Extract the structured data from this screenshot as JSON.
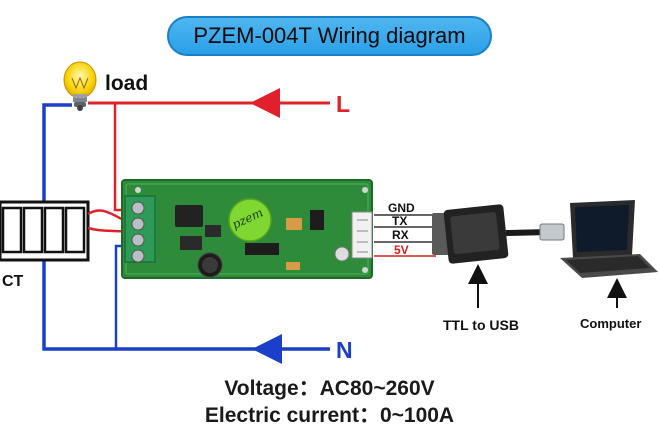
{
  "title": "PZEM-004T Wiring diagram",
  "labels": {
    "load": "load",
    "line": "L",
    "neutral": "N",
    "ct": "CT",
    "ttl": "TTL to USB",
    "computer": "Computer"
  },
  "pins": [
    "GND",
    "TX",
    "RX",
    "5V"
  ],
  "board_marking": "pzem",
  "specs": {
    "voltage": "Voltage：AC80~260V",
    "current": "Electric current：0~100A"
  },
  "colors": {
    "line_wire": "#e0202a",
    "neutral_wire": "#1a3fc8",
    "pcb": "#2e8b3a",
    "title_bg": "#3aaaf0",
    "pin_5v": "#d81e1e"
  }
}
